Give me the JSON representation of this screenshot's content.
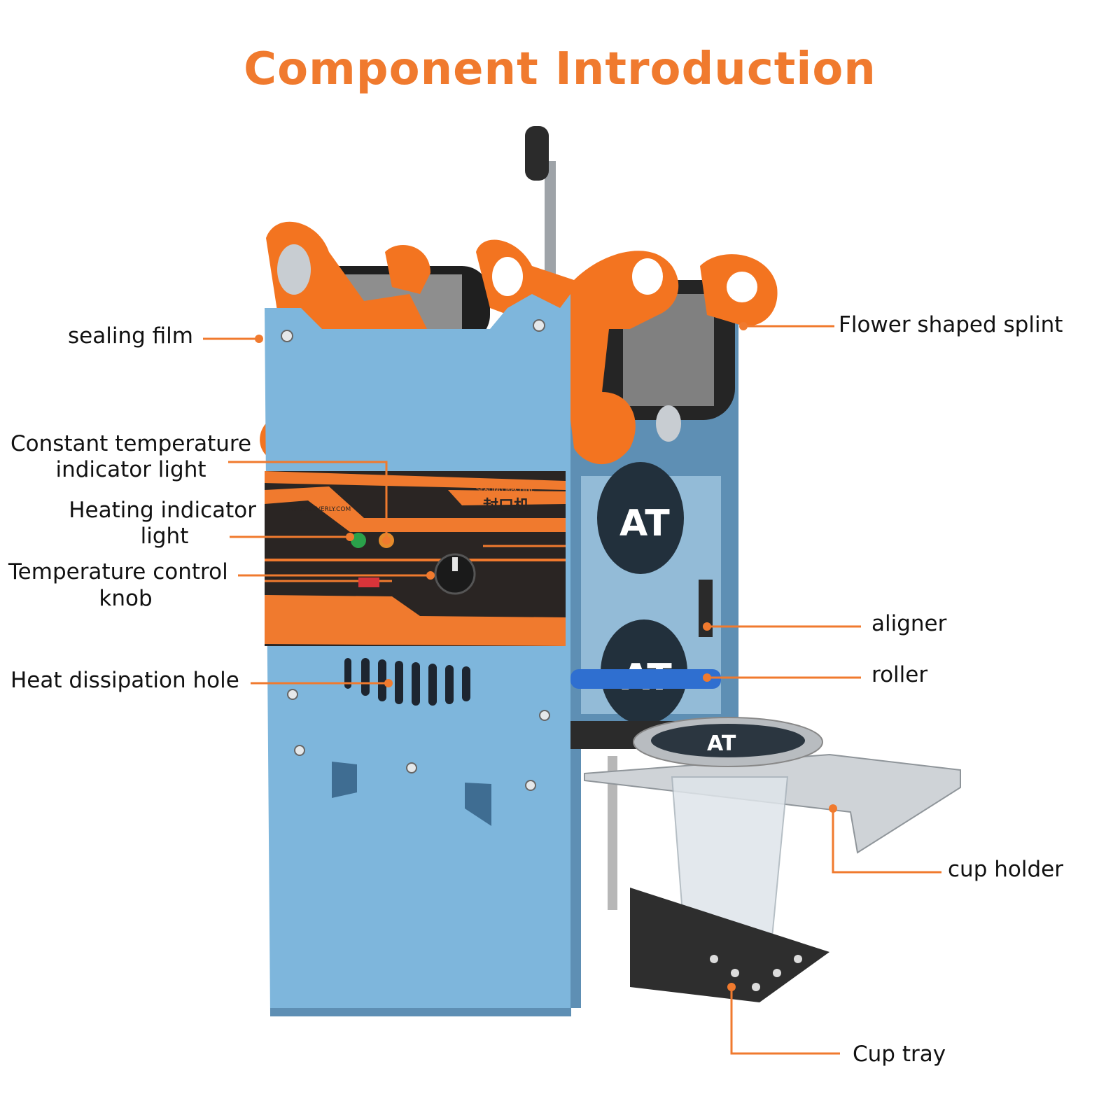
{
  "title": "Component Introduction",
  "colors": {
    "accent": "#f07a2e",
    "body": "#7eb6dc",
    "panel_dark": "#2a2523",
    "panel_orange": "#f07a2e",
    "steel": "#b9bec3"
  },
  "labels": {
    "sealing_film": "sealing film",
    "flower_splint": "Flower shaped splint",
    "constant_temp_1": "Constant temperature",
    "constant_temp_2": "indicator light",
    "heating_1": "Heating indicator",
    "heating_2": "light",
    "temp_knob_1": "Temperature control",
    "temp_knob_2": "knob",
    "heat_hole": "Heat dissipation hole",
    "aligner": "aligner",
    "roller": "roller",
    "cup_holder": "cup holder",
    "cup_tray": "Cup tray"
  },
  "panel_text": {
    "heading": "SEALING MACHINE",
    "chinese": "封口机",
    "website": "WWW.GZVERLY.COM"
  },
  "cup_logo": "AT"
}
